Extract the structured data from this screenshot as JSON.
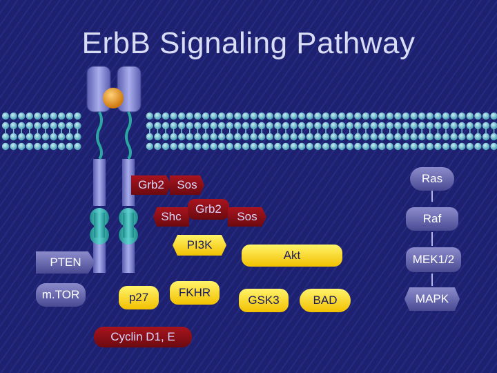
{
  "title": "ErbB Signaling Pathway",
  "nodes": {
    "grb2_top": "Grb2",
    "sos_top": "Sos",
    "shc": "Shc",
    "grb2_mid": "Grb2",
    "sos_mid": "Sos",
    "ras": "Ras",
    "raf": "Raf",
    "pi3k": "PI3K",
    "akt": "Akt",
    "pten": "PTEN",
    "mek": "MEK1/2",
    "mtor": "m.TOR",
    "p27": "p27",
    "fkhr": "FKHR",
    "gsk3": "GSK3",
    "bad": "BAD",
    "mapk": "MAPK",
    "cyclin": "Cyclin D1, E"
  },
  "colors": {
    "background": "#1d2170",
    "title": "#d8dcf4",
    "membrane_head": "#5fb1c4",
    "receptor": "#7b80c8",
    "ligand": "#f29a1c",
    "red_node": "#a8141e",
    "yellow_node": "#f8d81c",
    "purple_node": "#6a6ab4"
  }
}
